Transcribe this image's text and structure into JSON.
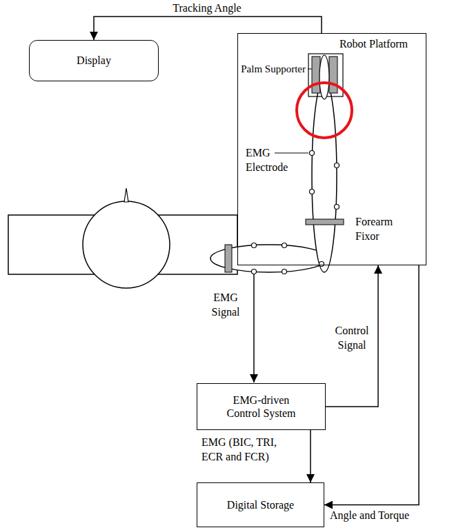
{
  "diagram": {
    "nodes": [
      {
        "text": [
          "Display"
        ]
      },
      {
        "text": [
          "Robot Platform"
        ]
      },
      {
        "text": [
          "EMG-driven Control System"
        ]
      },
      {
        "text": [
          "Digital Storage"
        ]
      }
    ],
    "edges": [
      {
        "from": 1,
        "to": 0,
        "arrow": "to",
        "label": "Tracking Angle"
      },
      {
        "from": 2,
        "to": 1,
        "arrow": "to",
        "label": "Control Signal"
      },
      {
        "from": 2,
        "to": 3,
        "arrow": "to",
        "label": "EMG (BIC, TRI, ECR and FCR)"
      },
      {
        "from": 1,
        "to": 3,
        "arrow": "to",
        "label": "Angle and Torque"
      }
    ],
    "labels": [
      "Palm Supporter",
      "EMG Electrode",
      "Forearm Fixor",
      "EMG Signal"
    ]
  }
}
